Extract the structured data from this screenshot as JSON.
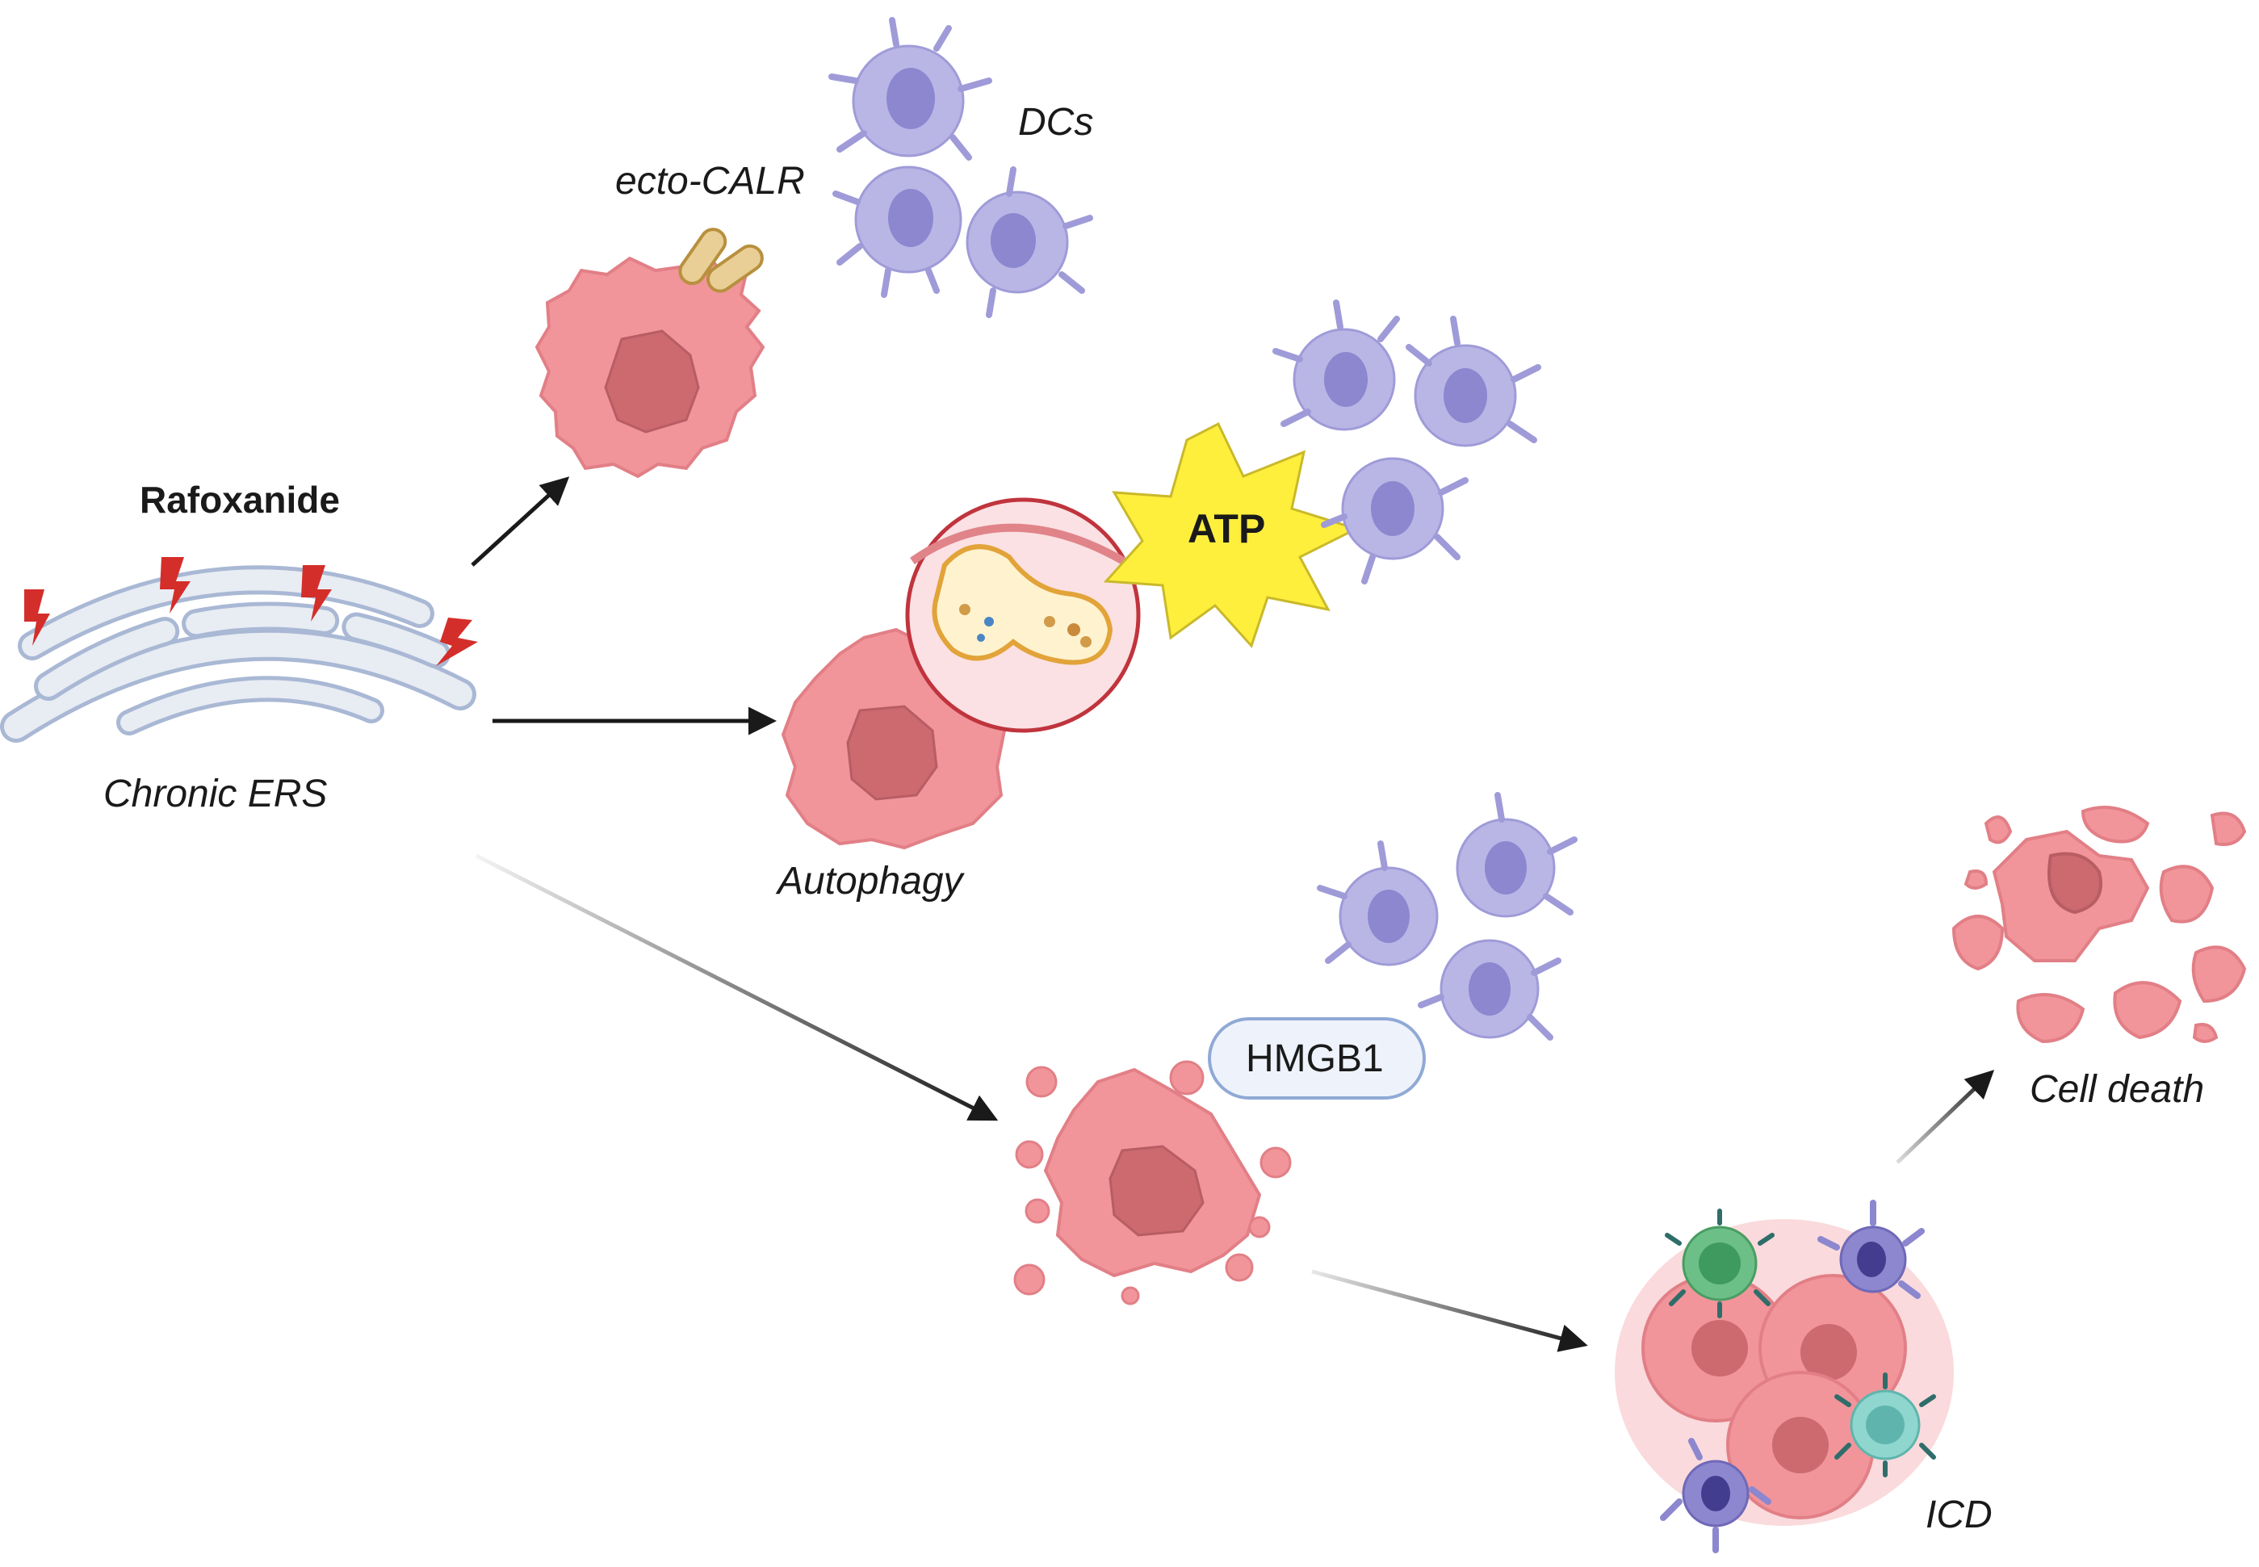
{
  "labels": {
    "drug": "Rafoxanide",
    "ers": "Chronic ERS",
    "calr": "ecto-CALR",
    "dcs": "DCs",
    "atp": "ATP",
    "autophagy": "Autophagy",
    "hmgb1": "HMGB1",
    "icd": "ICD",
    "cell_death": "Cell death"
  },
  "colors": {
    "tumor_fill": "#f1959b",
    "tumor_nucleus": "#cc6a70",
    "tumor_edge": "#e27f86",
    "dc_fill": "#b9b6e6",
    "dc_nucleus": "#8c87cf",
    "er_fill": "#e8ecf3",
    "er_edge": "#a9b8d4",
    "lightning": "#d42e2a",
    "atp_star": "#ffef3d",
    "arrow": "#1a1a1a",
    "hmgb1_fill": "#eef3fb",
    "hmgb1_edge": "#90a9d6",
    "calr": "#e9cf96",
    "t_cell_green": "#6cbf86",
    "t_cell_teal": "#8fd6cf"
  },
  "icons": {
    "er": "endoplasmic-reticulum-icon",
    "stress": "lightning-icon",
    "dc": "dendritic-cell-icon",
    "tumor": "tumor-cell-icon"
  }
}
